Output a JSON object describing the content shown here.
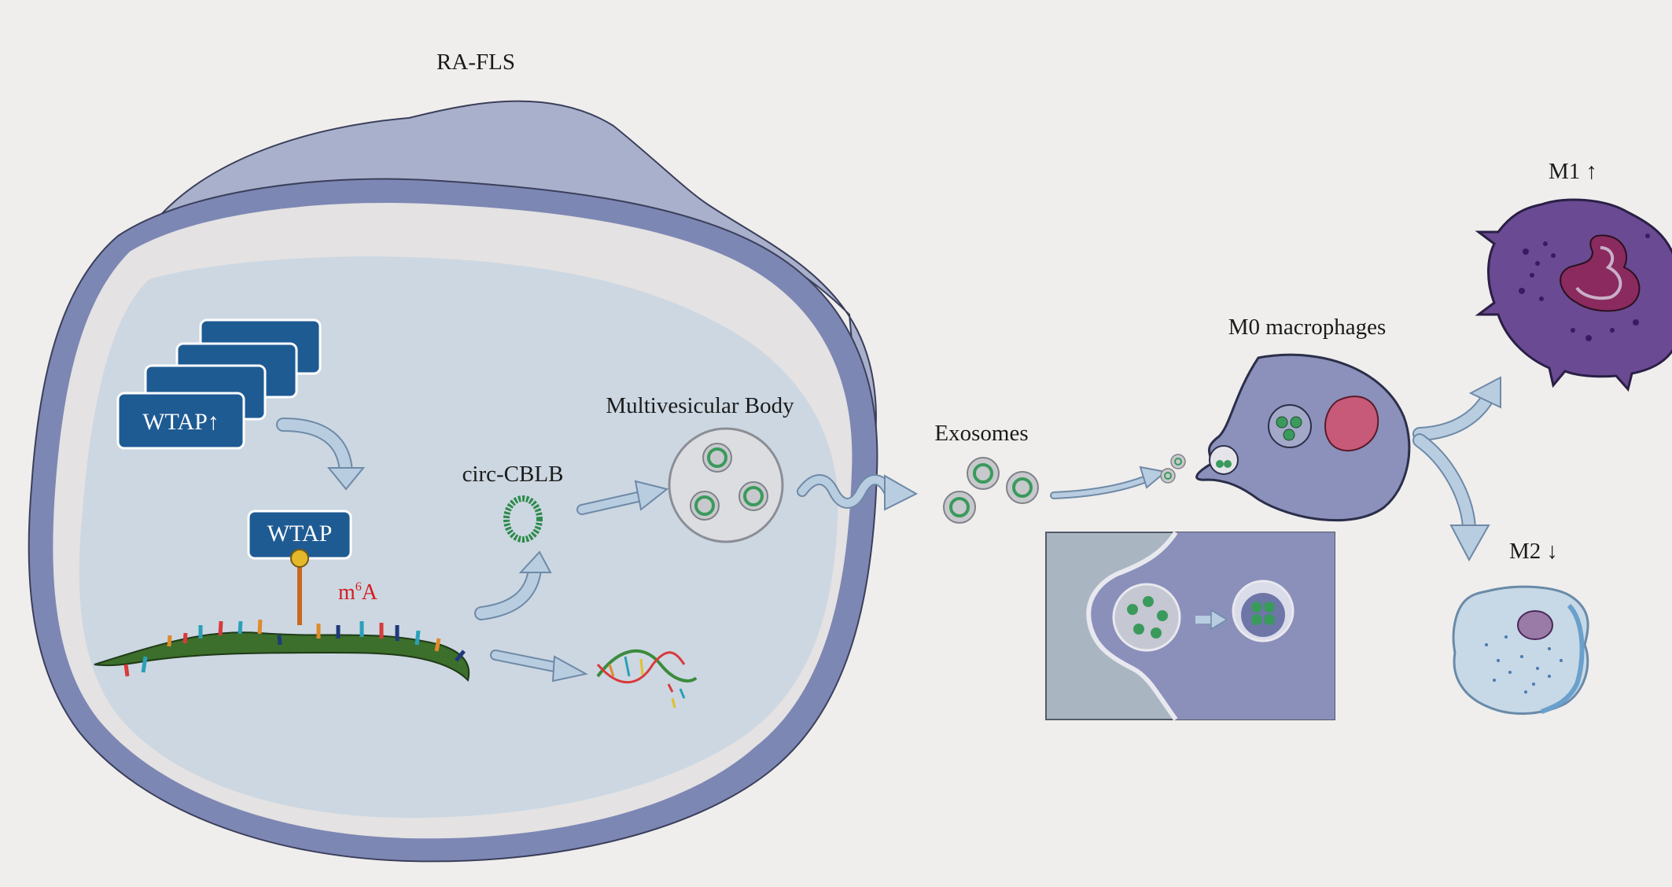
{
  "labels": {
    "cell": "RA-FLS",
    "wtap_up": "WTAP↑",
    "wtap": "WTAP",
    "m6a_base": "m",
    "m6a_sup": "6",
    "m6a_end": "A",
    "circ": "circ-CBLB",
    "mvb": "Multivesicular Body",
    "exosomes": "Exosomes",
    "m0": "M0 macrophages",
    "m1": "M1 ↑",
    "m2": "M2 ↓"
  },
  "colors": {
    "background": "#efeeed",
    "cell_membrane": "#7d87b4",
    "cell_top": "#a9b0cc",
    "cytoplasm": "#e4e2e2",
    "nucleus": "#ccd7e2",
    "wtap_box": "#1f5b93",
    "m6a_label": "#d22020",
    "rna_strand": "#3c6e2c",
    "exosome_core": "#3a9a5c",
    "arrow_fill": "#b9cde1",
    "macrophage_m0": "#8b91bb",
    "macrophage_m1": "#6a4a92",
    "macrophage_m2": "#c7d9e6",
    "inset_bg": "#8a90ba"
  },
  "icons": [
    "wtap-stack-icon",
    "rna-strand-icon",
    "circrna-icon",
    "dna-degradation-icon",
    "exosome-icon",
    "macrophage-icon"
  ]
}
